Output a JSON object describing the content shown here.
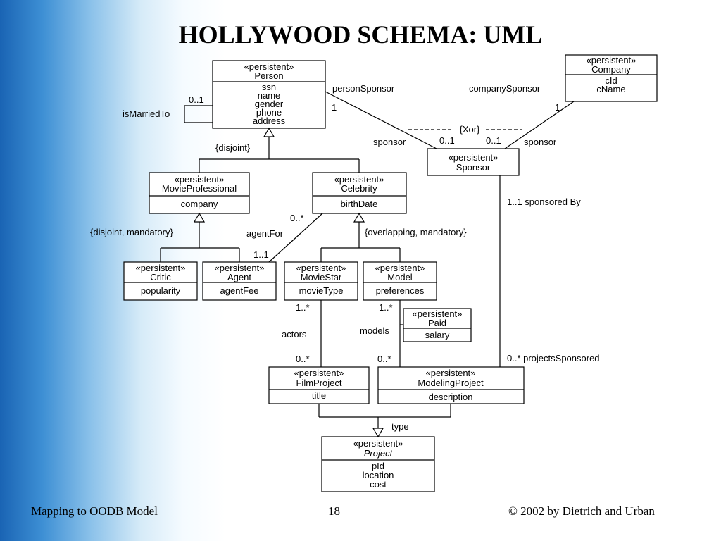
{
  "title": "HOLLYWOOD SCHEMA: UML",
  "classes": {
    "person": {
      "stereotype": "«persistent»",
      "name": "Person",
      "attrs": [
        "ssn",
        "name",
        "gender",
        "phone",
        "address"
      ]
    },
    "company": {
      "stereotype": "«persistent»",
      "name": "Company",
      "attrs": [
        "cId",
        "cName"
      ]
    },
    "sponsor": {
      "stereotype": "«persistent»",
      "name": "Sponsor"
    },
    "movie_professional": {
      "stereotype": "«persistent»",
      "name": "MovieProfessional",
      "attrs": [
        "company"
      ]
    },
    "celebrity": {
      "stereotype": "«persistent»",
      "name": "Celebrity",
      "attrs": [
        "birthDate"
      ]
    },
    "critic": {
      "stereotype": "«persistent»",
      "name": "Critic",
      "attrs": [
        "popularity"
      ]
    },
    "agent": {
      "stereotype": "«persistent»",
      "name": "Agent",
      "attrs": [
        "agentFee"
      ]
    },
    "movie_star": {
      "stereotype": "«persistent»",
      "name": "MovieStar",
      "attrs": [
        "movieType"
      ]
    },
    "model": {
      "stereotype": "«persistent»",
      "name": "Model",
      "attrs": [
        "preferences"
      ]
    },
    "paid": {
      "stereotype": "«persistent»",
      "name": "Paid",
      "attrs": [
        "salary"
      ]
    },
    "film_project": {
      "stereotype": "«persistent»",
      "name": "FilmProject",
      "attrs": [
        "title"
      ]
    },
    "modeling_project": {
      "stereotype": "«persistent»",
      "name": "ModelingProject",
      "attrs": [
        "description"
      ]
    },
    "project": {
      "stereotype": "«persistent»",
      "name": "Project",
      "attrs": [
        "pId",
        "location",
        "cost"
      ]
    }
  },
  "labels": {
    "is_married_to": "isMarriedTo",
    "is_married_mult": "0..1",
    "person_sponsor": "personSponsor",
    "person_sponsor_mult": "1",
    "company_sponsor": "companySponsor",
    "company_sponsor_mult": "1",
    "xor": "{Xor}",
    "sponsor_left": "sponsor",
    "sponsor_left_mult": "0..1",
    "sponsor_right_mult": "0..1",
    "sponsor_right": "sponsor",
    "disjoint": "{disjoint}",
    "disjoint_mandatory": "{disjoint, mandatory}",
    "overlapping_mandatory": "{overlapping, mandatory}",
    "agent_for_mult_top": "0..*",
    "agent_for": "agentFor",
    "agent_for_mult_bottom": "1..1",
    "sponsored_by": "1..1 sponsored By",
    "actors_mult_top": "1..*",
    "actors": "actors",
    "actors_mult_bottom": "0..*",
    "models_mult_top": "1..*",
    "models": "models",
    "models_mult_bottom": "0..*",
    "projects_sponsored": "0..* projectsSponsored",
    "type": "type"
  },
  "footer": {
    "left": "Mapping to OODB Model",
    "page": "18",
    "right": "© 2002 by Dietrich and Urban"
  }
}
